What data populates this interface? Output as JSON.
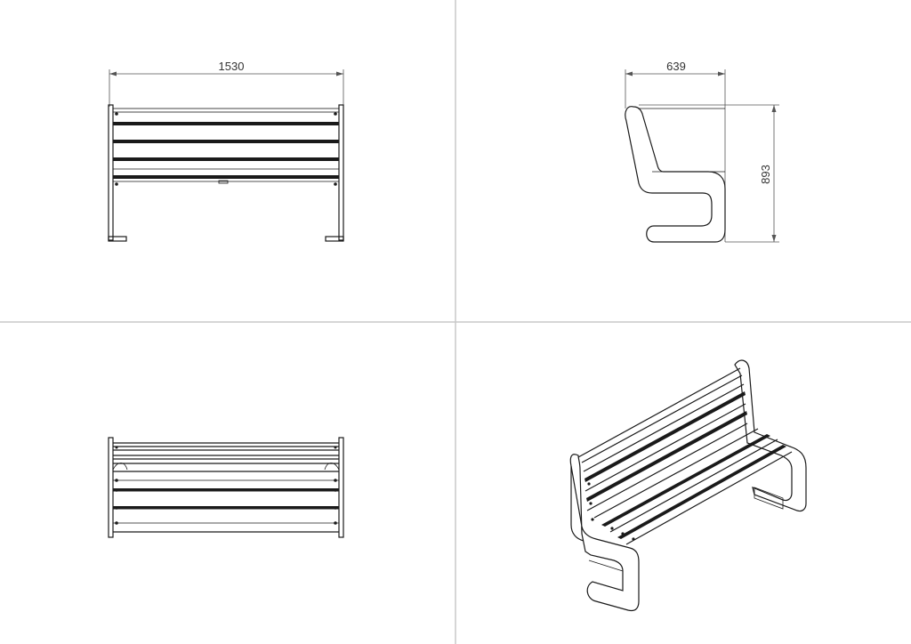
{
  "views": {
    "front": {
      "dimension_width": "1530"
    },
    "side": {
      "dimension_depth": "639",
      "dimension_height": "893"
    },
    "top": {},
    "iso": {}
  },
  "colors": {
    "line": "#1a1a1a",
    "divider": "#c8c8c8",
    "dimension": "#555555"
  }
}
